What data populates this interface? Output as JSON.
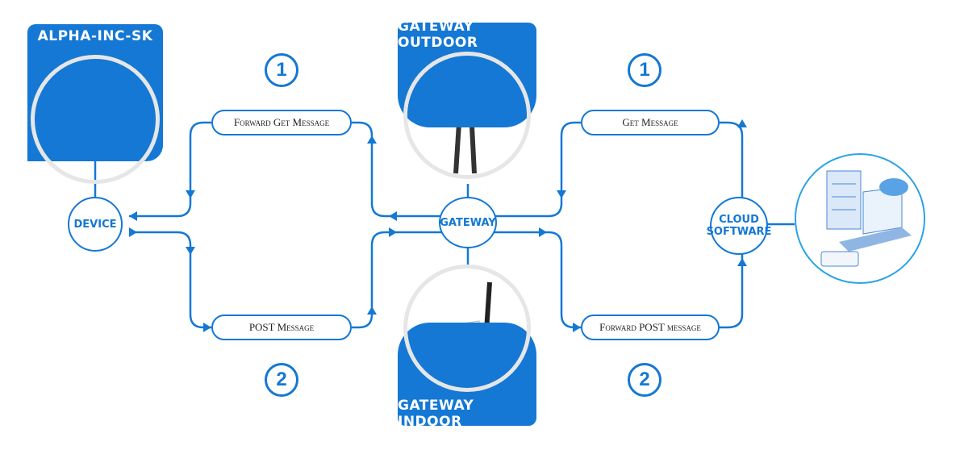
{
  "devices": {
    "device_model": "ALPHA-INC-SK",
    "gateway_outdoor": "GATEWAY OUTDOOR",
    "gateway_indoor": "GATEWAY INDOOR"
  },
  "nodes": {
    "device": "DEVICE",
    "gateway": "GATEWAY",
    "cloud_line1": "CLOUD",
    "cloud_line2": "SOFTWARE"
  },
  "messages": {
    "forward_get": "Forward Get Message",
    "get": "Get Message",
    "post": "POST Message",
    "forward_post": "Forward POST message"
  },
  "steps": {
    "top_left": "1",
    "top_right": "1",
    "bottom_left": "2",
    "bottom_right": "2"
  },
  "colors": {
    "accent": "#1478d4",
    "light_accent": "#29a3e6"
  }
}
